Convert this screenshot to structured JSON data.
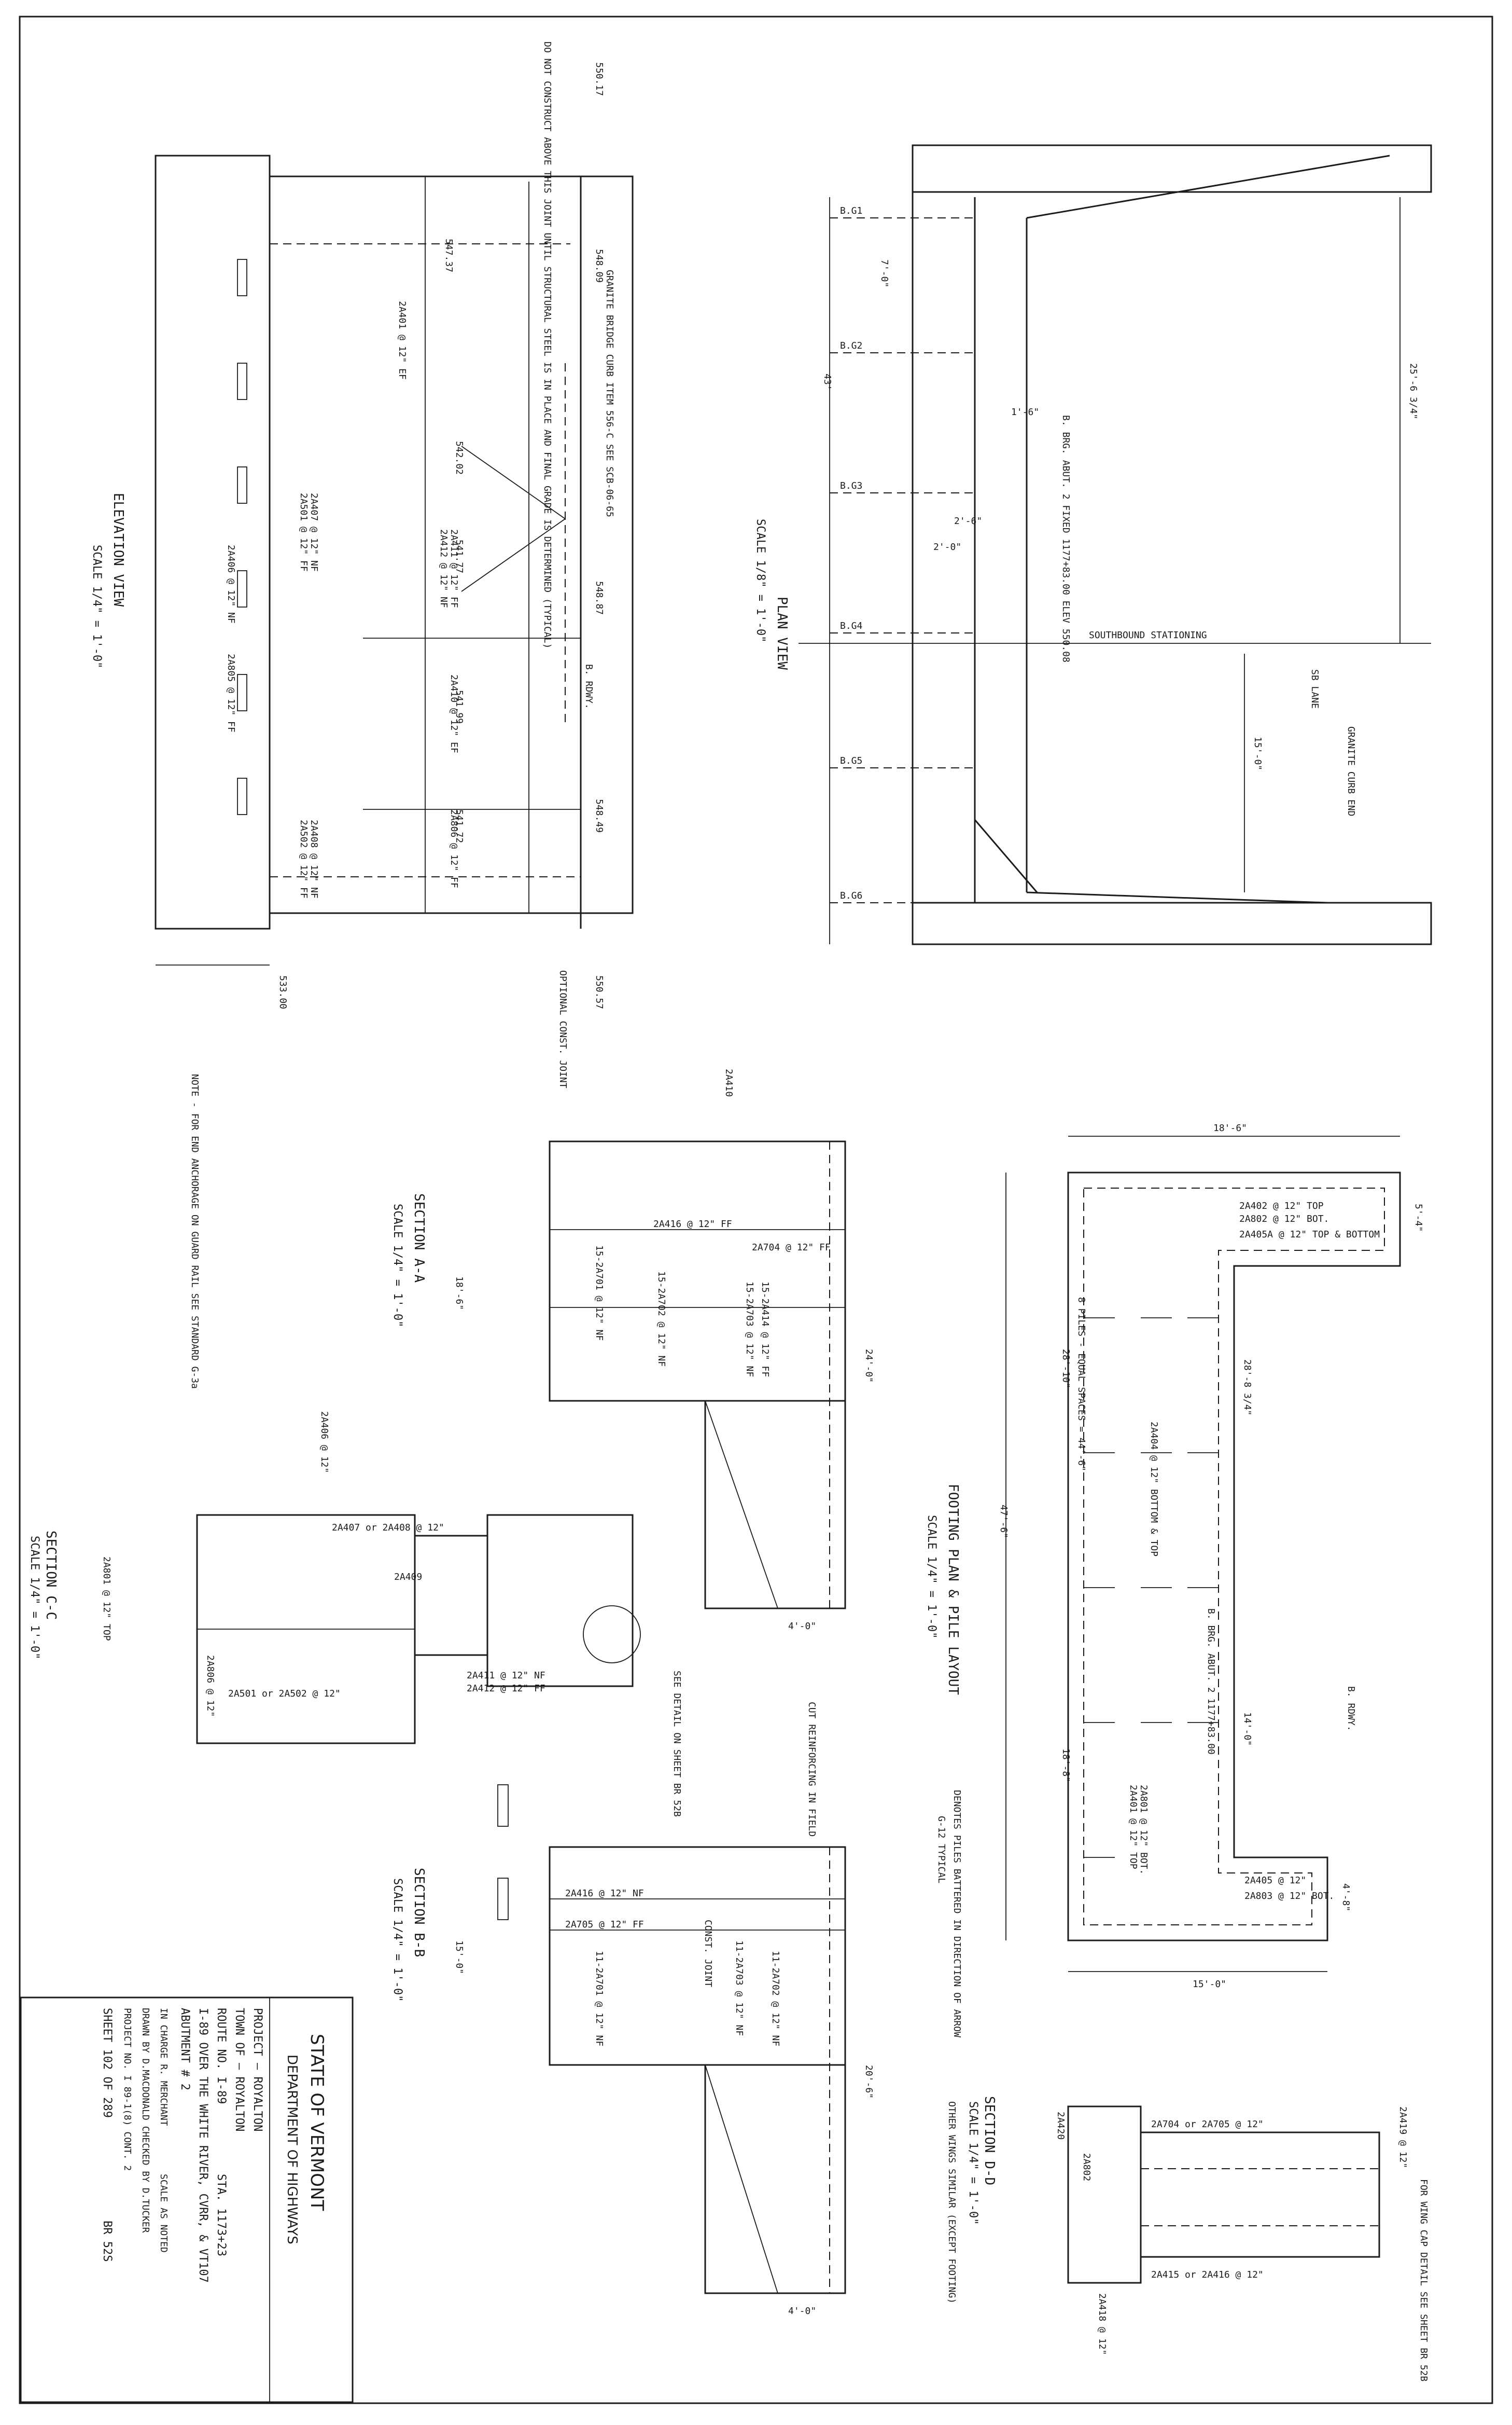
{
  "title_block": {
    "state": "STATE OF VERMONT",
    "department": "DEPARTMENT OF HIGHWAYS",
    "project": "PROJECT — ROYALTON",
    "town": "TOWN OF — ROYALTON",
    "route": "ROUTE NO. I-89",
    "station": "STA. 1173+23",
    "description": "I-89 OVER THE WHITE RIVER, CVRR, & VT107",
    "subject": "ABUTMENT # 2",
    "in_charge": "IN CHARGE  R. MERCHANT",
    "scale": "SCALE AS NOTED",
    "drawn_checked": "DRAWN BY D.MACDONALD CHECKED BY D.TUCKER",
    "project_no": "PROJECT NO. I 89-1(8) CONT. 2",
    "sheet": "SHEET 102 OF 289",
    "sheet_code": "BR 52S"
  },
  "views": {
    "elevation": {
      "title": "ELEVATION VIEW",
      "scale": "SCALE 1/4\" = 1'-0\""
    },
    "plan": {
      "title": "PLAN VIEW",
      "scale": "SCALE 1/8\" = 1'-0\""
    },
    "section_aa": {
      "title": "SECTION A-A",
      "scale": "SCALE 1/4\" = 1'-0\""
    },
    "section_bb": {
      "title": "SECTION B-B",
      "scale": "SCALE 1/4\" = 1'-0\""
    },
    "section_cc": {
      "title": "SECTION C-C",
      "scale": "SCALE 1/4\" = 1'-0\""
    },
    "section_dd": {
      "title": "SECTION D-D",
      "scale": "SCALE 1/4\" = 1'-0\""
    },
    "footing": {
      "title": "FOOTING PLAN & PILE LAYOUT",
      "scale": "SCALE 1/4\" = 1'-0\""
    }
  },
  "notes": {
    "do_not_construct": "DO NOT CONSTRUCT ABOVE THIS JOINT UNTIL STRUCTURAL STEEL IS IN PLACE AND FINAL GRADE IS DETERMINED (TYPICAL)",
    "granite_curb": "GRANITE BRIDGE CURB ITEM 556-C SEE SCB-06-65",
    "end_anchorage": "NOTE - FOR END ANCHORAGE ON GUARD RAIL SEE STANDARD G-3a",
    "pile_note": "DENOTES PILES BATTERED IN DIRECTION OF ARROW",
    "pile_note_typ": "G-12 TYPICAL",
    "wing_detail": "FOR WING CAP DETAIL SEE SHEET BR 52B",
    "section_dd_sim": "OTHER WINGS SIMILAR (EXCEPT FOOTING)",
    "cut_field": "CUT REINFORCING IN FIELD",
    "see_detail": "SEE DETAIL ON SHEET BR 52B",
    "granite_curb_end": "GRANITE CURB END",
    "southbound": "SOUTHBOUND STATIONING",
    "sb_lane": "SB LANE",
    "const_joint": "CONST. JOINT",
    "optional_joint": "OPTIONAL CONST. JOINT"
  },
  "labels": {
    "elev_bars": [
      "2A401 @ 12\" EF",
      "2A407 @ 12\" NF",
      "2A501 @ 12\" FF",
      "2A411 @ 12\" FF",
      "2A412 @ 12\" NF",
      "2A406 @ 12\" NF",
      "2A805 @ 12\" FF",
      "2A410 @ 12\" EF",
      "2A408 @ 12\" NF",
      "2A502 @ 12\" FF",
      "2A806 @ 12\" FF"
    ],
    "elevs": [
      "550.17",
      "548.09",
      "547.37",
      "542.02",
      "548.87",
      "541.77",
      "541.99",
      "548.49",
      "541.72",
      "550.57",
      "533.00"
    ],
    "plan_bg": [
      "B.G1",
      "B.G2",
      "B.G3",
      "B.G4",
      "B.G5",
      "B.G6"
    ],
    "plan_dims": [
      "7'-0\"",
      "43'",
      "25'-6 3/4\"",
      "15'-0\"",
      "2'-0\"",
      "2'-6\"",
      "1'-6\""
    ],
    "brg": "B. BRG. ABUT. 2 FIXED 1177+83.00 ELEV 550.08",
    "rdwy": "B. RDWY.",
    "section_aa_dims": [
      "18'-6\"",
      "24'-0\"",
      "4'-0\""
    ],
    "section_aa_bars": [
      "2A410",
      "2A416 @ 12\" FF",
      "2A704 @ 12\" FF",
      "15-2A701 @ 12\" NF",
      "15-2A703 @ 12\" NF",
      "15-2A702 @ 12\" NF",
      "15-2A414 @ 12\" FF"
    ],
    "section_bb_dims": [
      "15'-0\"",
      "20'-6\"",
      "4'-0\""
    ],
    "section_bb_bars": [
      "2A416 @ 12\" NF",
      "2A705 @ 12\" FF",
      "11-2A701 @ 12\" NF",
      "11-2A703 @ 12\" NF",
      "11-2A702 @ 12\" NF"
    ],
    "section_cc_bars": [
      "2A407 or 2A408 @ 12\"",
      "2A411 @ 12\" NF",
      "2A412 @ 12\" FF",
      "2A501 or 2A502 @ 12\"",
      "2A806 @ 12\"",
      "2A409",
      "2A801 @ 12\" TOP",
      "2A406 @ 12\""
    ],
    "footing_dims": [
      "18'-6\"",
      "47'-6\"",
      "28'-10\"",
      "28'-8 3/4\"",
      "18'-8\"",
      "14'-0\"",
      "15'-0\"",
      "5'-4\"",
      "4'-8\""
    ],
    "footing_bars": [
      "2A402 @ 12\" TOP",
      "2A802 @ 12\" BOT.",
      "2A405A @ 12\" TOP & BOTTOM",
      "2A404 @ 12\" BOTTOM & TOP",
      "2A801 @ 12\" BOT.",
      "2A401 @ 12\" TOP",
      "2A405 @ 12\"",
      "2A803 @ 12\" BOT."
    ],
    "piles": "8 PILES - EQUAL SPACES = 44'-6\"",
    "footing_brg": "B. BRG. ABUT. 2 1177+83.00",
    "section_dd_bars": [
      "2A704 or 2A705 @ 12\"",
      "2A415 or 2A416 @ 12\"",
      "2A419 @ 12\"",
      "2A418 @ 12\"",
      "2A802",
      "2A420"
    ]
  }
}
